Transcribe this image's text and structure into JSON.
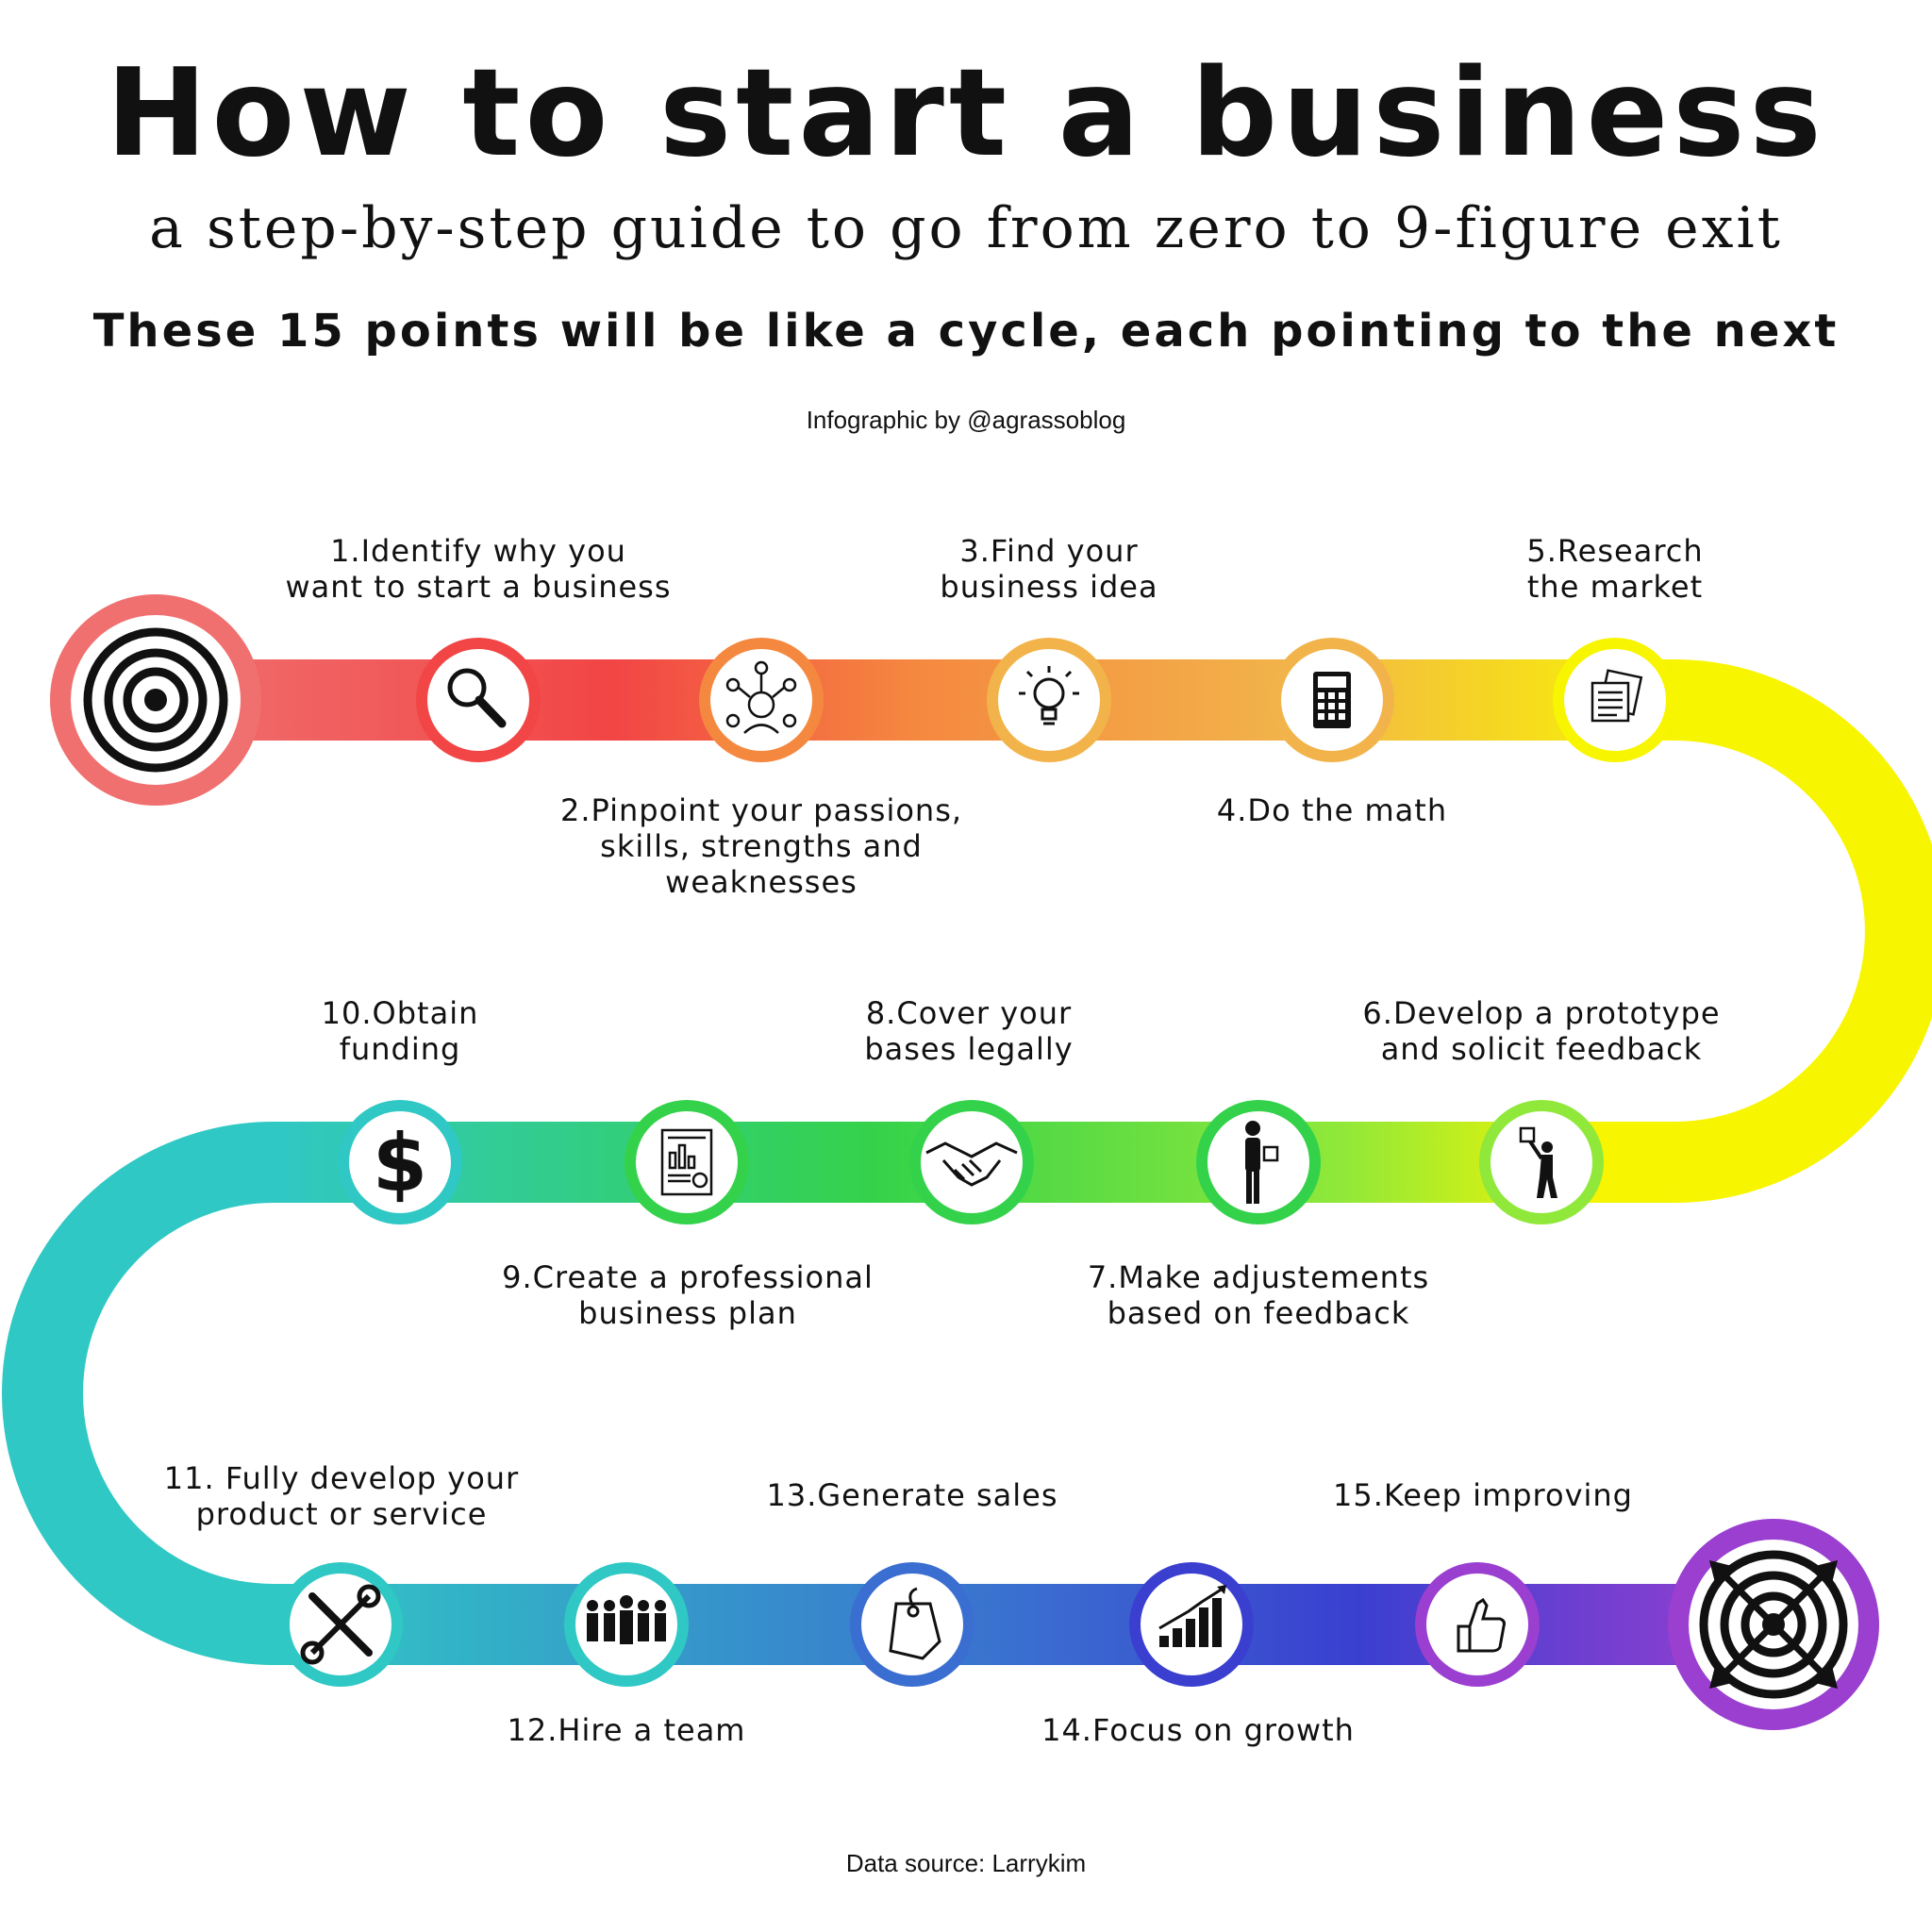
{
  "header": {
    "title": "How to start a business",
    "subtitle": "a step-by-step guide to go from zero to 9-figure exit",
    "tagline": "These 15 points will be like a cycle, each pointing to the next",
    "credit": "Infographic by @agrassoblog"
  },
  "footer": {
    "source": "Data source: Larrykim"
  },
  "colors": {
    "start": "#f07070",
    "red": "#f24545",
    "orange": "#f5883f",
    "amber": "#f2b44a",
    "yellow": "#f8f500",
    "lime": "#8fe83a",
    "green": "#34d24a",
    "teal": "#30c8c4",
    "blue": "#3a6ed0",
    "indigo": "#3a3fd0",
    "purple": "#9a3fd0"
  },
  "start_icon": "target-icon",
  "finish_icon": "bullseye-arrows-icon",
  "steps": [
    {
      "label": "1.Identify why you\nwant to start a business",
      "icon": "magnifier-icon"
    },
    {
      "label": "2.Pinpoint your passions,\nskills, strengths and\nweaknesses",
      "icon": "network-person-icon"
    },
    {
      "label": "3.Find your\nbusiness idea",
      "icon": "lightbulb-icon"
    },
    {
      "label": "4.Do the math",
      "icon": "calculator-icon"
    },
    {
      "label": "5.Research\nthe market",
      "icon": "documents-icon"
    },
    {
      "label": "6.Develop a prototype\nand solicit feedback",
      "icon": "person-cube-icon"
    },
    {
      "label": "7.Make adjustements\nbased on feedback",
      "icon": "person-thinking-icon"
    },
    {
      "label": "8.Cover your\nbases legally",
      "icon": "handshake-icon"
    },
    {
      "label": "9.Create a professional\nbusiness plan",
      "icon": "report-icon"
    },
    {
      "label": "10.Obtain\nfunding",
      "icon": "dollar-icon"
    },
    {
      "label": "11. Fully develop your\nproduct or service",
      "icon": "tools-icon"
    },
    {
      "label": "12.Hire a team",
      "icon": "team-icon"
    },
    {
      "label": "13.Generate sales",
      "icon": "price-tag-icon"
    },
    {
      "label": "14.Focus on growth",
      "icon": "growth-chart-icon"
    },
    {
      "label": "15.Keep improving",
      "icon": "thumbs-up-icon"
    }
  ]
}
